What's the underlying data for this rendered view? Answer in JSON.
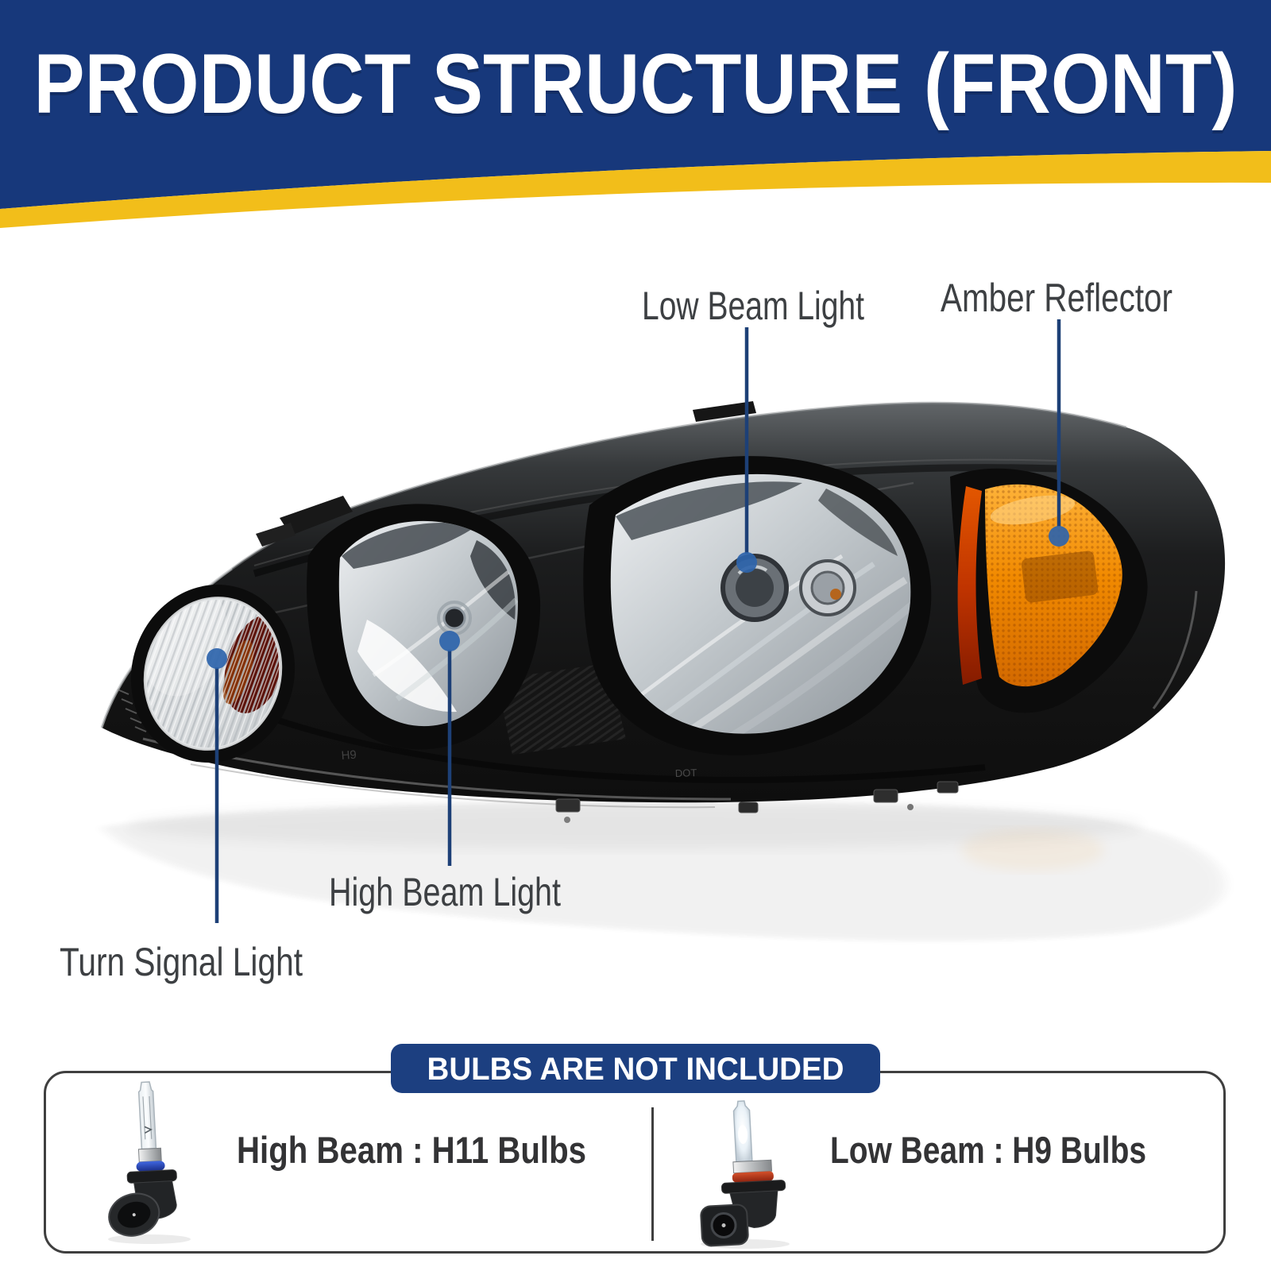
{
  "header": {
    "title": "PRODUCT STRUCTURE (FRONT)"
  },
  "callouts": {
    "low_beam": "Low Beam Light",
    "amber_reflector": "Amber Reflector",
    "high_beam": "High Beam Light",
    "turn_signal": "Turn Signal Light"
  },
  "product": {
    "lens_marking_left": "H9",
    "lens_marking_right": "DOT"
  },
  "bulbs": {
    "banner": "BULBS ARE NOT INCLUDED",
    "high_beam_label": "High Beam :  H11 Bulbs",
    "low_beam_label": "Low Beam : H9  Bulbs"
  },
  "colors": {
    "header_blue": "#17387B",
    "stripe_yellow": "#F2BE1A",
    "line_navy": "#1D4077",
    "dot_blue": "#2E64AB",
    "amber": "#F18A00",
    "banner_blue": "#1C3F80",
    "label_gray": "#3D4043",
    "bottom_text": "#333335",
    "border_gray": "#3F3F3F"
  }
}
